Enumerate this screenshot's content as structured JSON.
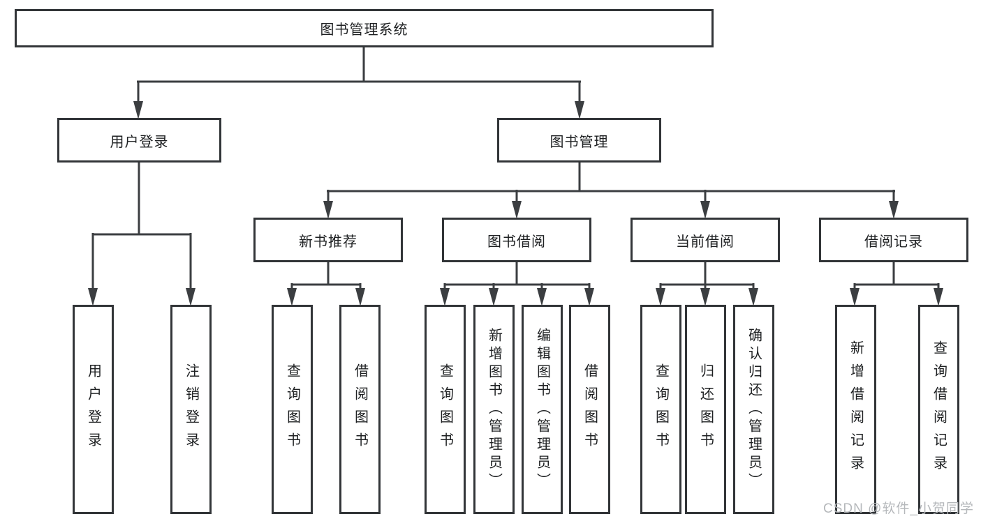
{
  "nodes": {
    "root": "图书管理系统",
    "user_login": "用户登录",
    "book_management": "图书管理",
    "new_book_recommend": "新书推荐",
    "book_borrow": "图书借阅",
    "current_borrow": "当前借阅",
    "borrow_records": "借阅记录"
  },
  "leaves": {
    "user_login": [
      "用户登录",
      "注销登录"
    ],
    "new_book_recommend": [
      "查询图书",
      "借阅图书"
    ],
    "book_borrow": [
      "查询图书",
      "新增图书（管理员）",
      "编辑图书（管理员）",
      "借阅图书"
    ],
    "current_borrow": [
      "查询图书",
      "归还图书",
      "确认归还（管理员）"
    ],
    "borrow_records": [
      "新增借阅记录",
      "查询借阅记录"
    ]
  },
  "watermark": "CSDN @软件_小贺同学",
  "colors": {
    "line": "#3b3e41",
    "border": "#323538",
    "text": "#1e2022",
    "watermark": "#b5b8bb",
    "background": "#ffffff"
  }
}
